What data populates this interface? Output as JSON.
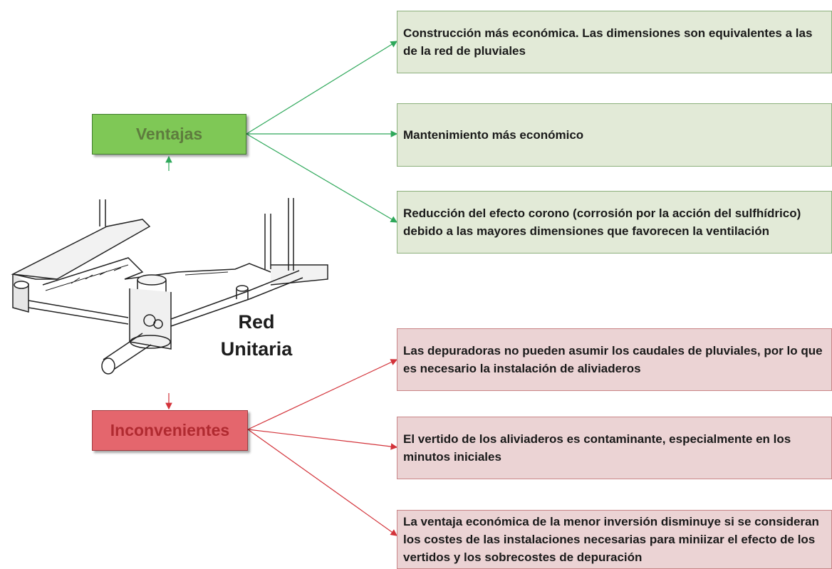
{
  "hubs": {
    "ventajas": "Ventajas",
    "inconvenientes": "Inconvenientes"
  },
  "center_label": [
    "Red",
    "Unitaria"
  ],
  "ventajas": [
    "Construcción más económica. Las dimensiones son equivalentes a las de la red de pluviales",
    "Mantenimiento más económico",
    "Reducción del efecto corono (corrosión por la acción del sulfhídrico) debido a las mayores dimensiones que favorecen la ventilación"
  ],
  "inconvenientes": [
    "Las depuradoras no pueden asumir los caudales de pluviales, por lo que es necesario la instalación de aliviaderos",
    "El vertido de los aliviaderos es contaminante, especialmente en los minutos iniciales",
    "La ventaja económica de la menor inversión disminuye si se consideran los costes de las instalaciones necesarias para miniizar el efecto de los vertidos y los sobrecostes de depuración"
  ],
  "colors": {
    "advantage_line": "#2ea85a",
    "disadvantage_line": "#d3333a",
    "advantage_fill": "#e2ead7",
    "disadvantage_fill": "#ebd3d4"
  },
  "illustration": "sewer-network-illustration"
}
